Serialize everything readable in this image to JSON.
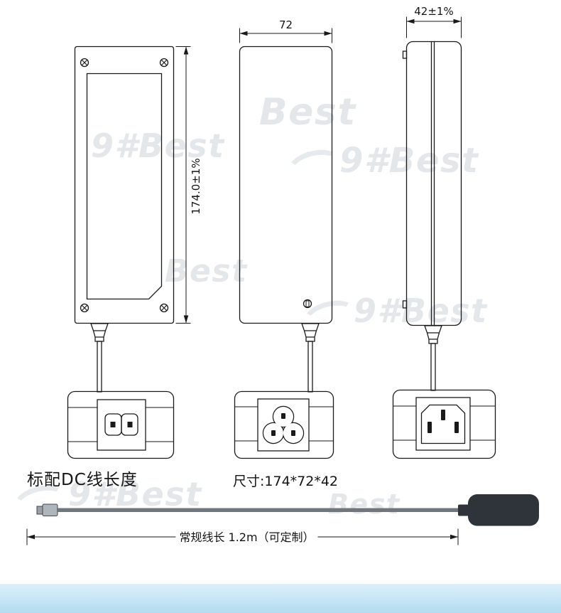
{
  "page": {
    "background": "#ffffff",
    "line_color": "#1a1a1a",
    "accent_bar_color": "#c6e5f4",
    "plug_color": "#2e343a",
    "cable_color": "#6f777d"
  },
  "drawing": {
    "views": [
      {
        "name": "front-view",
        "dimension_label": "174.0±1%"
      },
      {
        "name": "side-view",
        "dimension_label": "72"
      },
      {
        "name": "edge-view",
        "dimension_label": "42±1%"
      }
    ],
    "connector_icons": [
      "c8-inlet-icon",
      "c6-inlet-icon",
      "c14-inlet-icon"
    ],
    "detail_icons": [
      "screw-icon",
      "cable-strain-relief",
      "screw-hole-icon"
    ]
  },
  "labels": {
    "dc_length_title": "标配DC线长度",
    "size_text": "尺寸:174*72*42",
    "cable_length_text": "常规线长 1.2m（可定制）"
  },
  "watermark": {
    "color": "#e3e7ea",
    "items": [
      {
        "text": "Best"
      },
      {
        "text": "9#Best"
      },
      {
        "text": "9#Best"
      },
      {
        "text": "Best"
      },
      {
        "text": "9#Best"
      },
      {
        "text": "9#Best"
      },
      {
        "text": "Best"
      }
    ]
  }
}
